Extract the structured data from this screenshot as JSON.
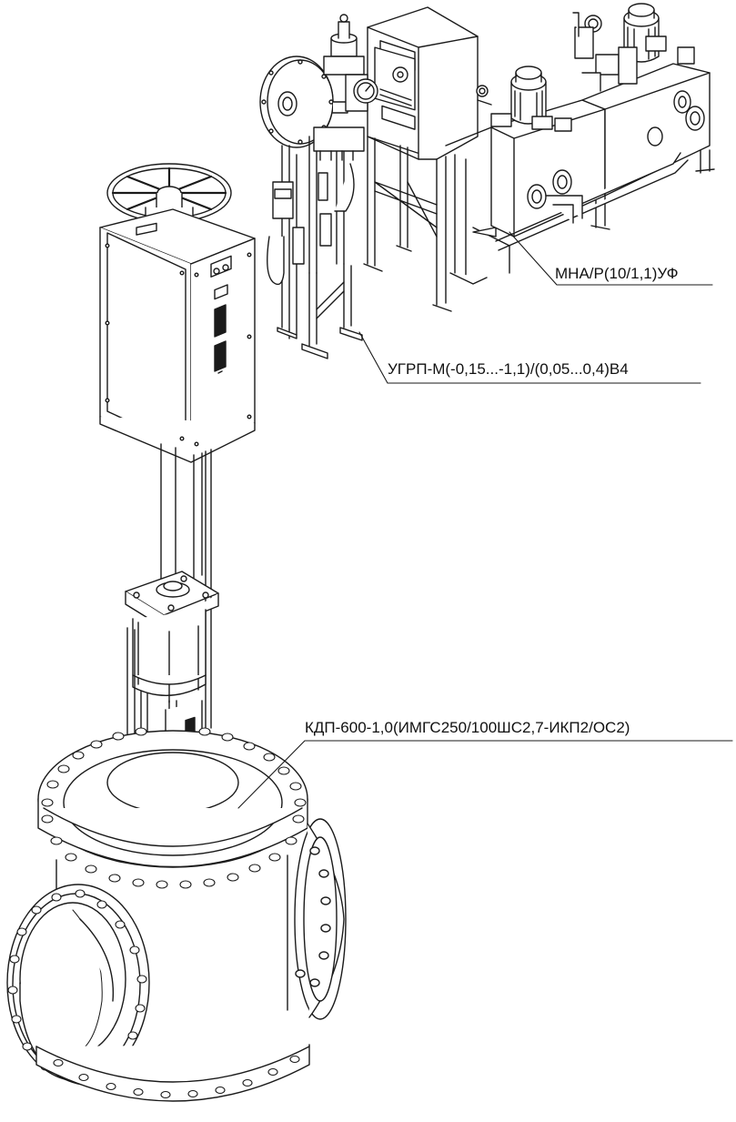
{
  "labels": {
    "pump_station": "МНА/Р(10/1,1)УФ",
    "gas_regulator": "УГРП-М(-0,15...-1,1)/(0,05...0,4)В4",
    "valve": "КДП-600-1,0(ИМГС250/100ШС2,7-ИКП2/ОС2)"
  },
  "colors": {
    "line": "#1a1a1a",
    "background": "#ffffff",
    "fill": "#ffffff"
  }
}
